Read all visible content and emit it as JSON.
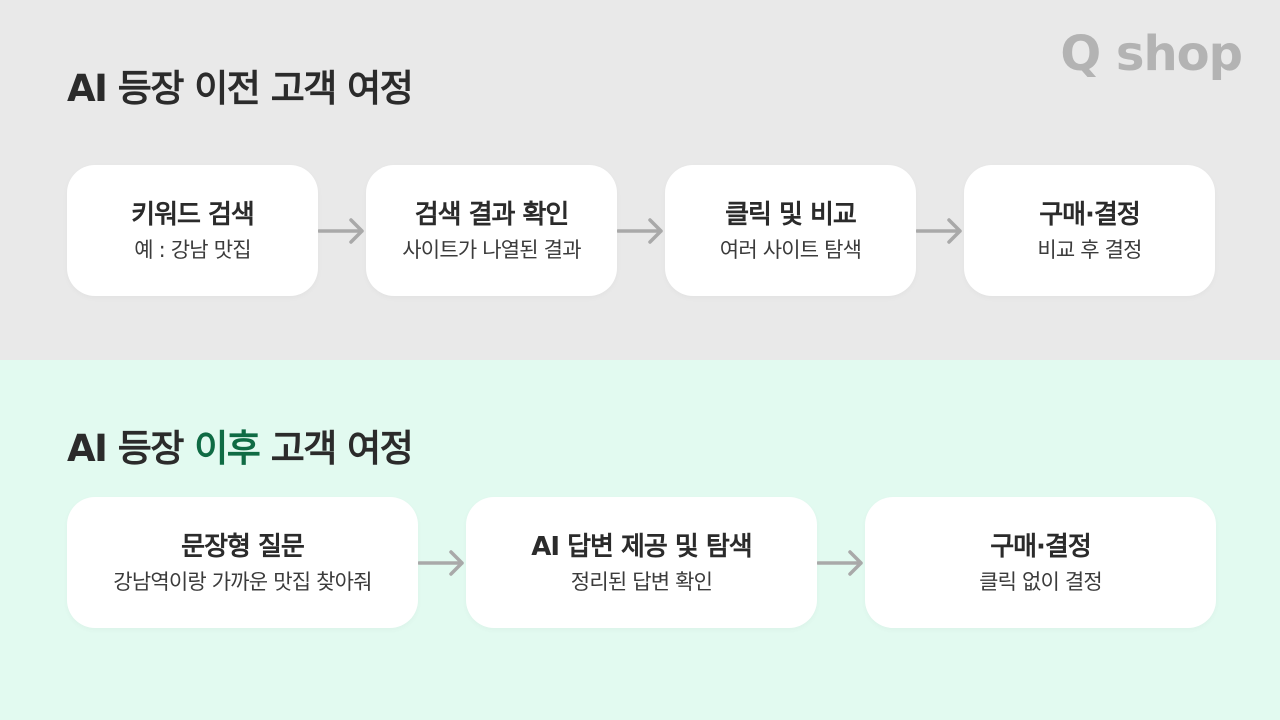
{
  "brand": {
    "logo": "Q shop"
  },
  "colors": {
    "before_bg": "#e9e9e9",
    "after_bg": "#e2faf0",
    "accent": "#0f6b44",
    "logo": "#b3b3b3",
    "arrow": "#a9a9a9",
    "card_bg": "#ffffff"
  },
  "before": {
    "title": "AI 등장 이전 고객 여정",
    "steps": [
      {
        "label": "키워드 검색",
        "desc": "예 : 강남 맛집"
      },
      {
        "label": "검색 결과 확인",
        "desc": "사이트가 나열된 결과"
      },
      {
        "label": "클릭 및 비교",
        "desc": "여러 사이트 탐색"
      },
      {
        "label": "구매·결정",
        "desc": "비교 후 결정"
      }
    ]
  },
  "after": {
    "title_prefix": "AI 등장 ",
    "title_accent": "이후",
    "title_suffix": " 고객 여정",
    "steps": [
      {
        "label": "문장형 질문",
        "desc": "강남역이랑 가까운 맛집 찾아줘"
      },
      {
        "label": "AI 답변 제공 및 탐색",
        "desc": "정리된 답변 확인"
      },
      {
        "label": "구매·결정",
        "desc": "클릭 없이 결정"
      }
    ]
  }
}
